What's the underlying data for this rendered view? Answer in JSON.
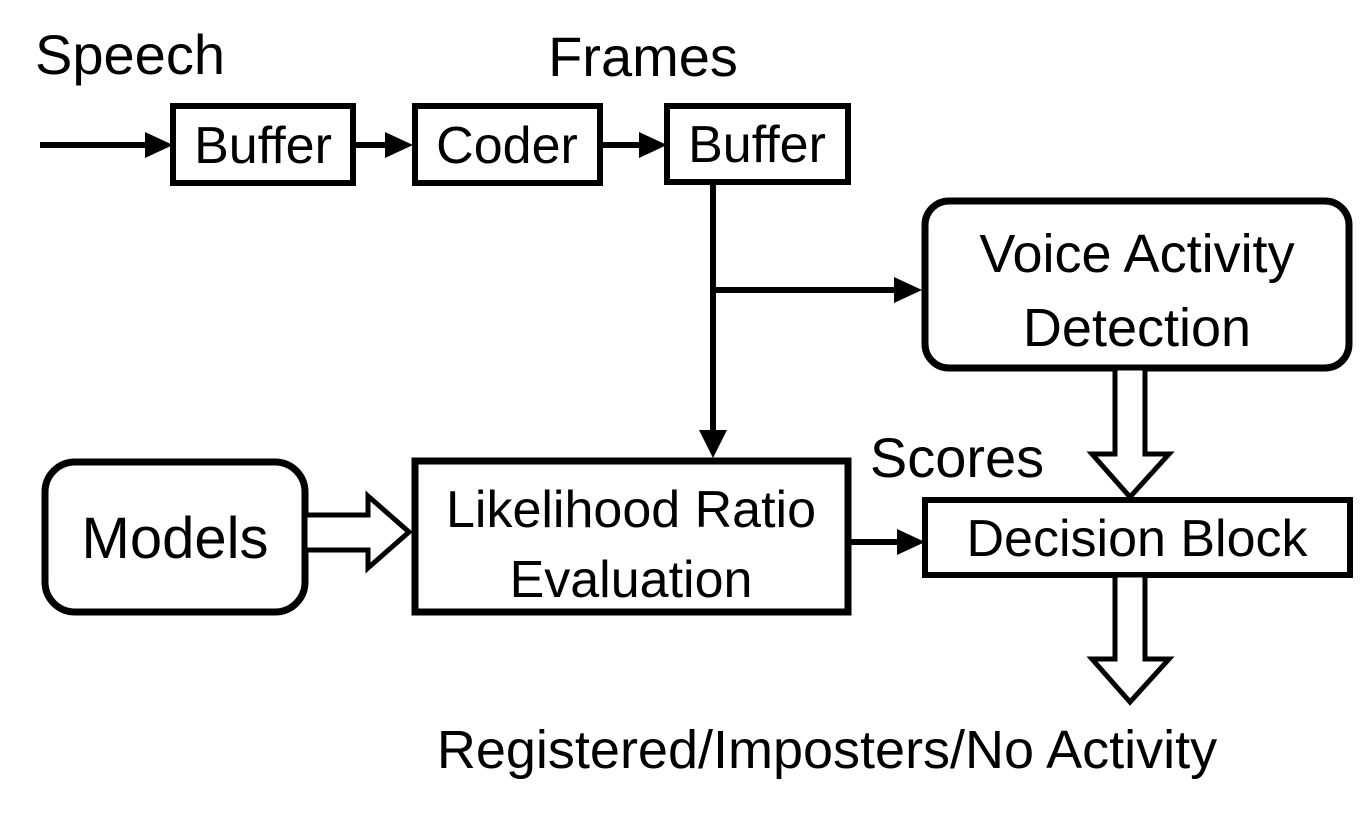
{
  "diagram": {
    "title_semantics": "Speaker verification system block diagram",
    "colors": {
      "background": "#ffffff",
      "stroke": "#000000",
      "text": "#000000"
    },
    "labels": {
      "speech": "Speech",
      "frames": "Frames",
      "scores": "Scores",
      "output": "Registered/Imposters/No Activity"
    },
    "nodes": {
      "input_buffer": {
        "label": "Buffer"
      },
      "coder": {
        "label": "Coder"
      },
      "frame_buffer": {
        "label": "Buffer"
      },
      "vad": {
        "line1": "Voice Activity",
        "line2": "Detection"
      },
      "models": {
        "label": "Models"
      },
      "lre": {
        "line1": "Likelihood Ratio",
        "line2": "Evaluation"
      },
      "decision": {
        "label": "Decision Block"
      }
    }
  }
}
